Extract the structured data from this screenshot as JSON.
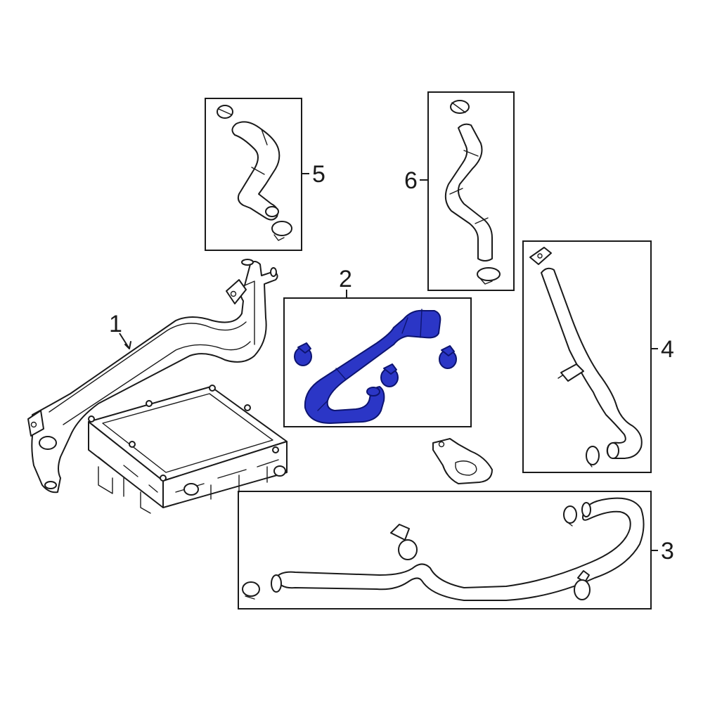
{
  "colors": {
    "line": "#1a1a1a",
    "background": "#ffffff",
    "highlight_fill": "#2b36c6",
    "highlight_stroke": "#0d1470"
  },
  "callouts": {
    "c1": "1",
    "c2": "2",
    "c3": "3",
    "c4": "4",
    "c5": "5",
    "c6": "6"
  }
}
